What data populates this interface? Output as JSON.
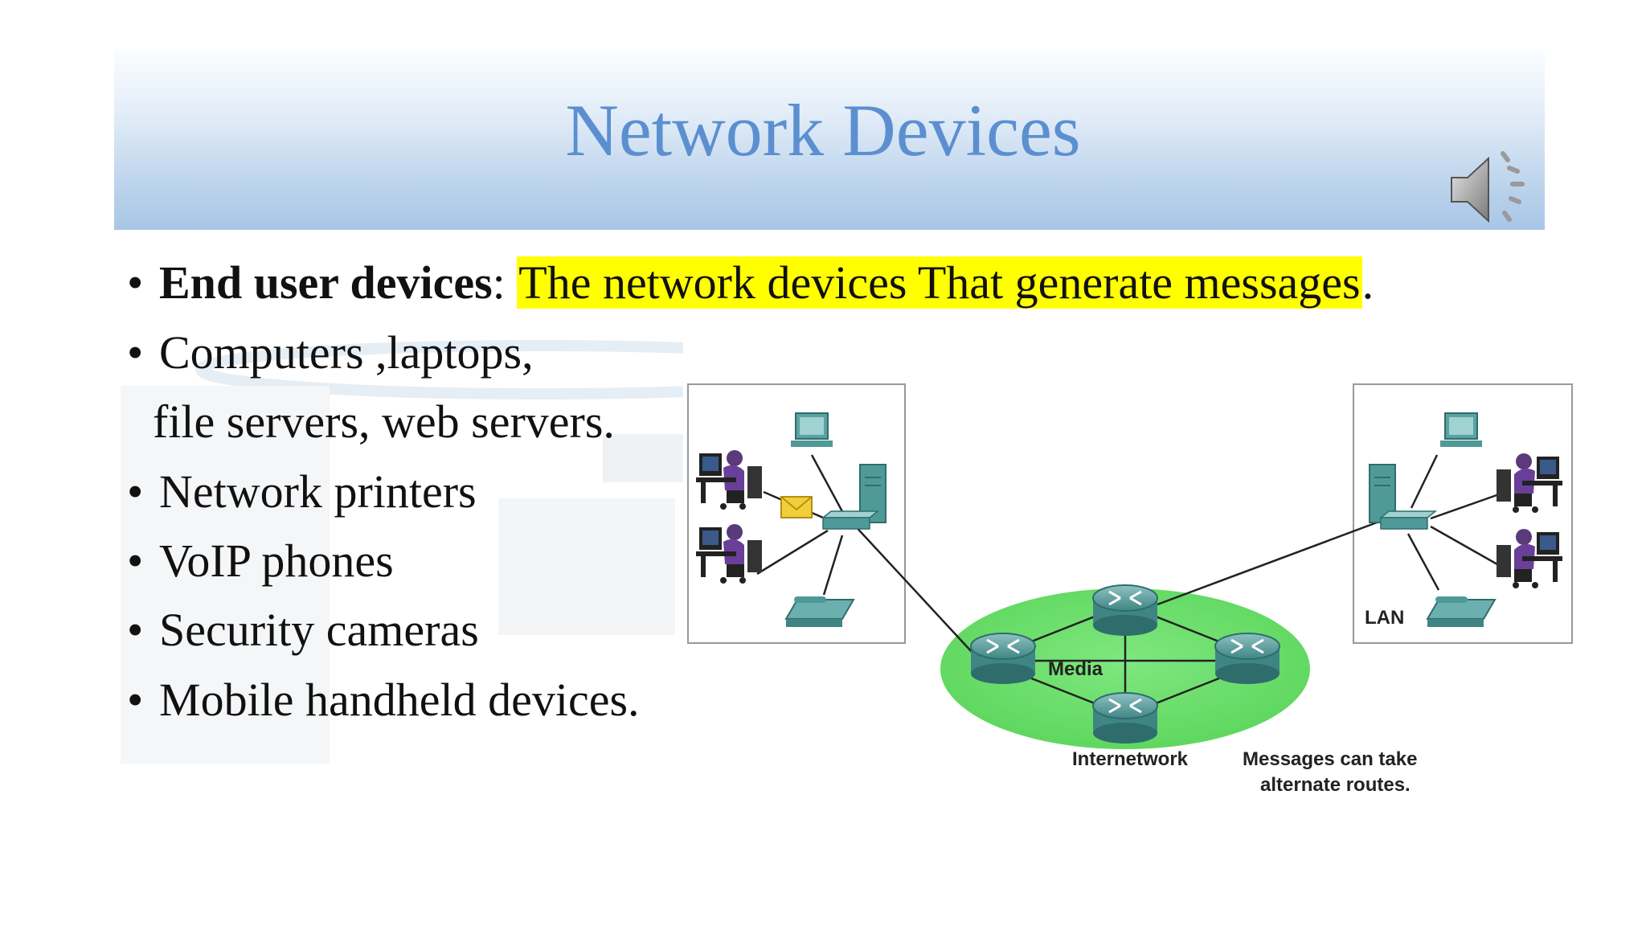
{
  "slide": {
    "title": "Network Devices",
    "bullets": {
      "b1_bold": "End user devices",
      "b1_sep": ": ",
      "b1_highlight": "The network devices That generate messages",
      "b1_end": ".",
      "b2": "Computers ,laptops,",
      "b2_cont": "file servers, web servers.",
      "b3": "Network printers",
      "b4": "VoIP phones",
      "b5": "Security cameras",
      "b6": "Mobile handheld devices."
    }
  },
  "diagram": {
    "media_label": "Media",
    "lan_label": "LAN",
    "internetwork_label": "Internetwork",
    "routes_line1": "Messages can take",
    "routes_line2": "alternate routes."
  },
  "colors": {
    "title": "#5b8fd0",
    "highlight": "#ffff00",
    "media_cloud": "#66dd66",
    "device_teal": "#4f9a99"
  },
  "icons": [
    "speaker-icon",
    "router-icon",
    "switch-icon",
    "desktop-computer-icon",
    "server-icon",
    "ip-phone-icon",
    "user-workstation-icon",
    "envelope-icon"
  ]
}
